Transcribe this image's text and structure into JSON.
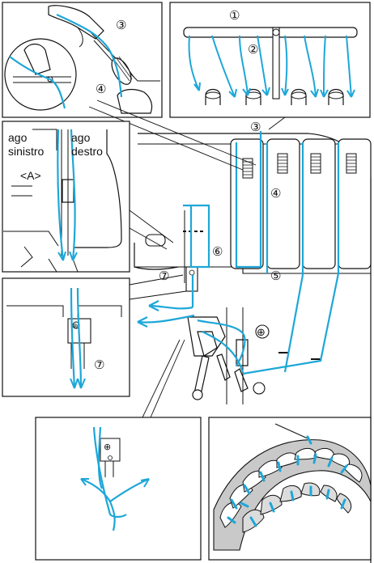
{
  "labels": {
    "circle_1": "①",
    "circle_2": "②",
    "circle_3": "③",
    "circle_4": "④",
    "circle_5": "⑤",
    "circle_6": "⑥",
    "circle_7": "⑦",
    "ago_sinistro_line1": "ago",
    "ago_sinistro_line2": "sinistro",
    "ago_destro_line1": "ago",
    "ago_destro_line2": "destro",
    "marker_a": "<A>",
    "plus_symbol": "⊕"
  },
  "colors": {
    "thread": "#1ea7d8",
    "line": "#111111",
    "fill_gray": "#c9c9c9",
    "thread_light": "#bfe6f3"
  }
}
